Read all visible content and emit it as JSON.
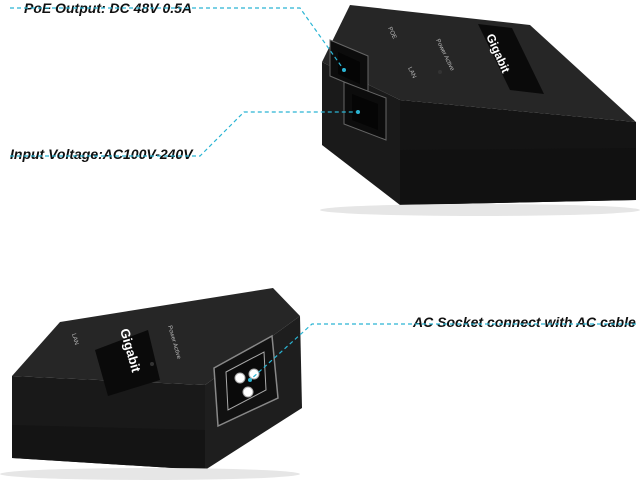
{
  "callouts": {
    "poe_output": "PoE Output: DC 48V 0.5A",
    "input_voltage": "Input Voltage:AC100V-240V",
    "ac_socket": "AC Socket connect with AC cable"
  },
  "device": {
    "brand": "Gigabit",
    "port_poe": "POE",
    "port_lan": "LAN",
    "indicator": "Power Active"
  },
  "colors": {
    "callout_line": "#2bb5d4",
    "body": "#1c1c1c"
  }
}
